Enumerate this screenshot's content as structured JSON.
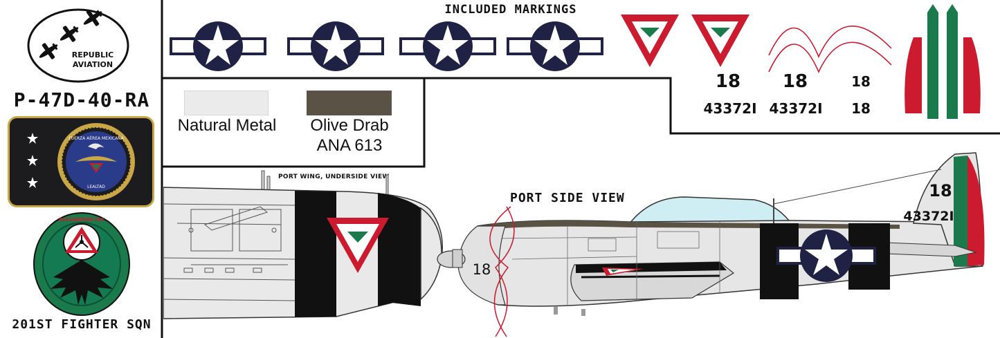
{
  "sidebar": {
    "logo_line1": "REPUBLIC",
    "logo_line2": "AVIATION",
    "aircraft_model": "P-47D-40-RA",
    "badge_top_text": "FUERZA AÉREA MEXICANA",
    "badge_bottom_text": "LEALTAD",
    "squadron_patch_top": "ESCUADRON 201",
    "squadron_name": "201ST FIGHTER SQN"
  },
  "markings": {
    "title": "INCLUDED MARKINGS",
    "numbers": [
      {
        "large": "18",
        "serial": "43372I"
      },
      {
        "large": "18",
        "serial": "43372I"
      },
      {
        "large": "18",
        "serial": "18"
      }
    ]
  },
  "colors": {
    "title_natural": "Natural Metal",
    "title_olive_1": "Olive Drab",
    "title_olive_2": "ANA 613",
    "natural_hex": "#ebebeb",
    "olive_hex": "#5a5244",
    "roundel_blue": "#1f2244",
    "mexico_red": "#cc1a2e",
    "mexico_green": "#1b7a4b"
  },
  "views": {
    "wing_label": "PORT WING, UNDERSIDE VIEW",
    "side_label": "PORT SIDE VIEW",
    "tail_number": "18",
    "tail_serial": "43372I",
    "cowl_number": "18"
  }
}
